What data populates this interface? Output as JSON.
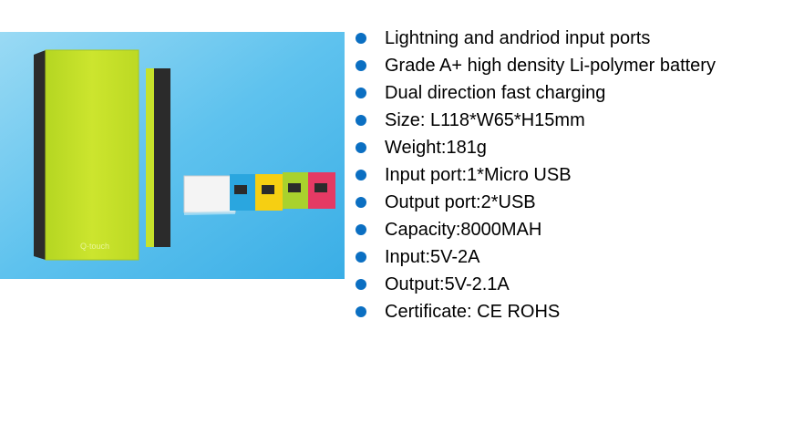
{
  "image": {
    "alt": "Q-touch power bank product photo",
    "brand_mark": "Q-touch"
  },
  "colors": {
    "background": "#4ab6ea",
    "device_main": "#c6e22b",
    "device_edge": "#2b2b2b",
    "bullet": "#0b6fc2",
    "variants": [
      "#f4f4f4",
      "#2aa6df",
      "#f6cf12",
      "#a9d22d",
      "#e53a64"
    ]
  },
  "specs": [
    "Lightning and andriod input ports",
    "Grade A+ high density Li-polymer battery",
    "Dual direction fast charging",
    "Size: L118*W65*H15mm",
    "Weight:181g",
    "Input port:1*Micro USB",
    "Output port:2*USB",
    "Capacity:8000MAH",
    "Input:5V-2A",
    "Output:5V-2.1A",
    "Certificate: CE ROHS"
  ]
}
